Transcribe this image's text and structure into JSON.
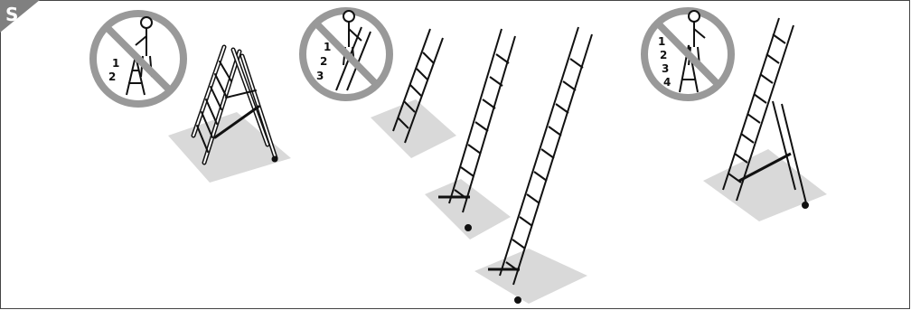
{
  "section": {
    "badge_label": "S",
    "badge_color": "#808080"
  },
  "colors": {
    "shadow": "#d9d9d9",
    "prohibit": "#999999",
    "line": "#111111",
    "paper": "#ffffff"
  },
  "panels": [
    {
      "id": "two-part-stepladder",
      "prohibit_icon": "prohibited-sign-icon",
      "step_numbers": [
        "1",
        "2"
      ]
    },
    {
      "id": "extension-ladder-sequence",
      "prohibit_icon": "prohibited-sign-icon",
      "step_numbers": [
        "1",
        "2",
        "3"
      ]
    },
    {
      "id": "combination-ladder",
      "prohibit_icon": "prohibited-sign-icon",
      "step_numbers": [
        "1",
        "2",
        "3",
        "4"
      ]
    }
  ]
}
